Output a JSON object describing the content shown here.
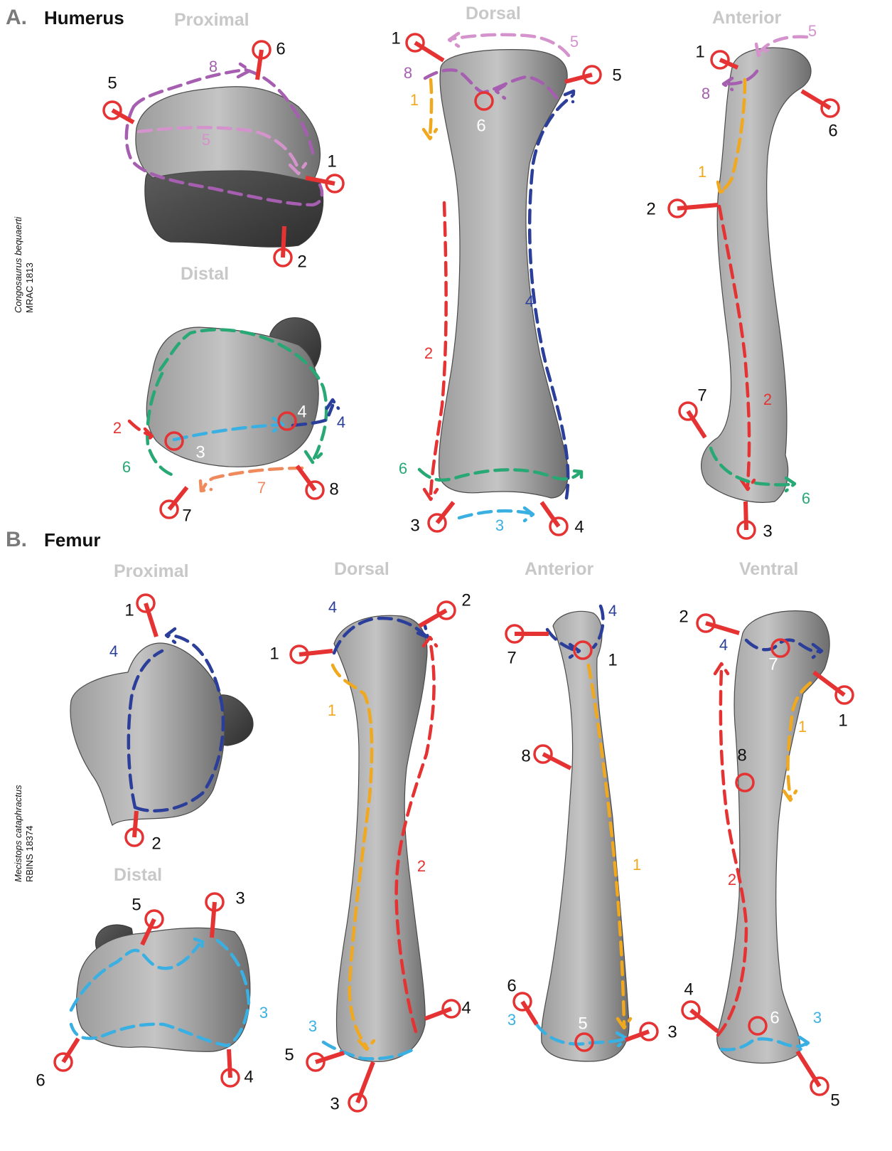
{
  "colors": {
    "landmark": "#e53232",
    "c_red": "#e53232",
    "c_orange": "#f0a81e",
    "c_navy": "#2b3f9a",
    "c_light_purple": "#d493cc",
    "c_purple": "#a65fb0",
    "c_green": "#27a874",
    "c_cyan": "#3ab0e2",
    "c_salmon": "#f08a5d",
    "view_title": "#c8c8c8",
    "section_letter": "#7a7a7a"
  },
  "sections": {
    "a": {
      "letter": "A.",
      "title": "Humerus",
      "specimen_name": "Congosaurus bequaerti",
      "specimen_id": "MRAC 1813",
      "views": {
        "proximal": "Proximal",
        "distal": "Distal",
        "dorsal": "Dorsal",
        "anterior": "Anterior"
      }
    },
    "b": {
      "letter": "B.",
      "title": "Femur",
      "specimen_name": "Mecistops cataphractus",
      "specimen_id": "RBINS 18374",
      "views": {
        "proximal": "Proximal",
        "distal": "Distal",
        "dorsal": "Dorsal",
        "anterior": "Anterior",
        "ventral": "Ventral"
      }
    }
  },
  "labels": {
    "n1": "1",
    "n2": "2",
    "n3": "3",
    "n4": "4",
    "n5": "5",
    "n6": "6",
    "n7": "7",
    "n8": "8"
  }
}
